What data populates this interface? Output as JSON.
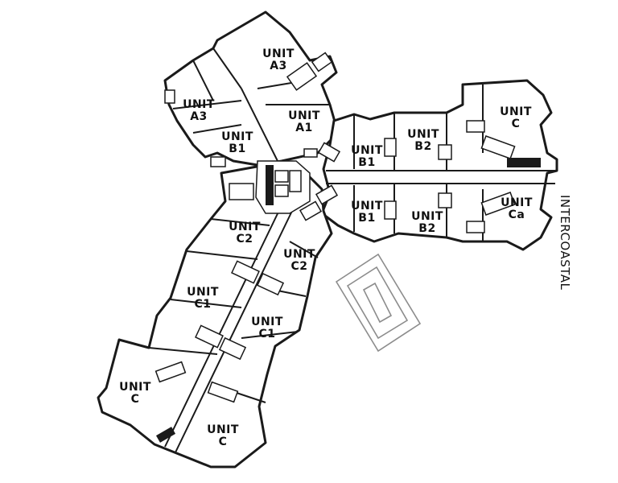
{
  "plan": {
    "units": [
      {
        "id": "a3-top",
        "line1": "UNIT",
        "line2": "A3"
      },
      {
        "id": "a3-left",
        "line1": "UNIT",
        "line2": "A3"
      },
      {
        "id": "a1",
        "line1": "UNIT",
        "line2": "A1"
      },
      {
        "id": "b1-northwest",
        "line1": "UNIT",
        "line2": "B1"
      },
      {
        "id": "b1-east-upper",
        "line1": "UNIT",
        "line2": "B1"
      },
      {
        "id": "b2-upper",
        "line1": "UNIT",
        "line2": "B2"
      },
      {
        "id": "c-upper-right",
        "line1": "UNIT",
        "line2": "C"
      },
      {
        "id": "b1-east-lower",
        "line1": "UNIT",
        "line2": "B1"
      },
      {
        "id": "b2-lower",
        "line1": "UNIT",
        "line2": "B2"
      },
      {
        "id": "ca",
        "line1": "UNIT",
        "line2": "Ca"
      },
      {
        "id": "c2-left",
        "line1": "UNIT",
        "line2": "C2"
      },
      {
        "id": "c2-right",
        "line1": "UNIT",
        "line2": "C2"
      },
      {
        "id": "c1-left",
        "line1": "UNIT",
        "line2": "C1"
      },
      {
        "id": "c1-right",
        "line1": "UNIT",
        "line2": "C1"
      },
      {
        "id": "c-bottom-left",
        "line1": "UNIT",
        "line2": "C"
      },
      {
        "id": "c-bottom-right",
        "line1": "UNIT",
        "line2": "C"
      }
    ],
    "waterway_label": "INTERCOASTAL"
  }
}
